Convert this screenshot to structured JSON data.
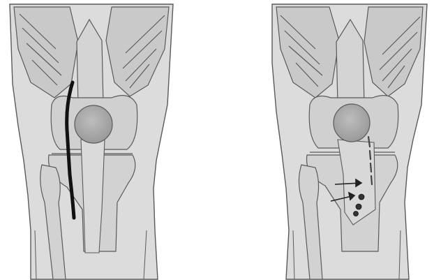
{
  "figure": {
    "panels": [
      {
        "id": "left",
        "depicts": "knee-anterior-with-incision",
        "elements": [
          "thigh-muscles",
          "femur",
          "patella",
          "tibia",
          "fibula",
          "incision-line"
        ]
      },
      {
        "id": "right",
        "depicts": "knee-anterior-with-tendon-transfer-fixation",
        "elements": [
          "thigh-muscles",
          "femur",
          "patella",
          "tibia",
          "fibula",
          "tendon-strip",
          "suture-line",
          "arrows",
          "screw-holes"
        ]
      }
    ],
    "colors": {
      "outline": "#5a5a5a",
      "skin": "#dcdcdc",
      "bone": "#cfcfcf",
      "muscle": "#c9c9c9",
      "patella": "#a8a8a8",
      "incision": "#111111",
      "background": "#ffffff"
    }
  }
}
